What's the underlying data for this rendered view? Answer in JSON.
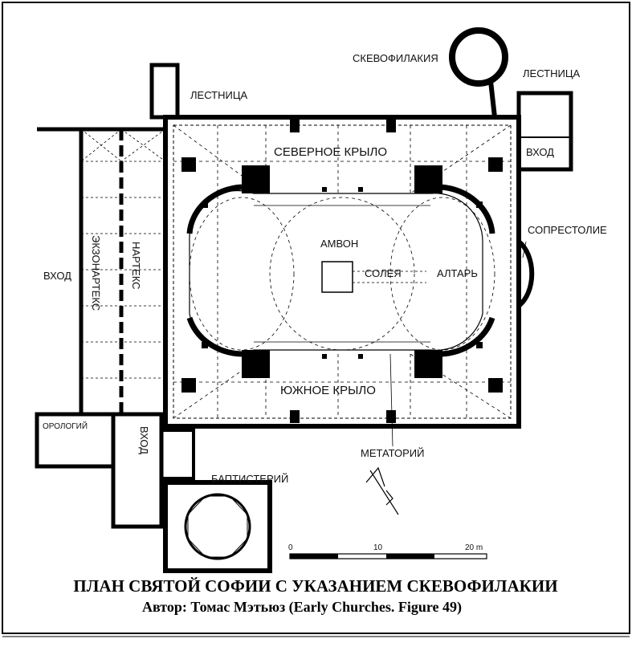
{
  "labels": {
    "skevofylakia": "СКЕВОФИЛАКИЯ",
    "stair_left": "ЛЕСТНИЦА",
    "stair_right": "ЛЕСТНИЦА",
    "entrance_right": "ВХОД",
    "north_wing": "СЕВЕРНОЕ КРЫЛО",
    "synthronon": "СОПРЕСТОЛИЕ",
    "ambon": "АМВОН",
    "solea": "СОЛЕЯ",
    "altar": "АЛТАРЬ",
    "entrance_west": "ВХОД",
    "exonarthex": "ЭКЗОНАРТЕКС",
    "narthex": "НАРТЕКС",
    "south_wing": "ЮЖНОЕ КРЫЛО",
    "horologion": "ОРОЛОГИЙ",
    "entrance_south": "ВХОД",
    "metatorion": "МЕТАТОРИЙ",
    "baptistery": "БАПТИСТЕРИЙ"
  },
  "scale": {
    "zero": "0",
    "ten": "10",
    "twenty": "20 m"
  },
  "caption": {
    "title": "ПЛАН СВЯТОЙ СОФИИ С УКАЗАНИЕМ СКЕВОФИЛАКИИ",
    "subtitle": "Автор: Томас Мэтьюз (Early Churches. Figure 49)"
  }
}
